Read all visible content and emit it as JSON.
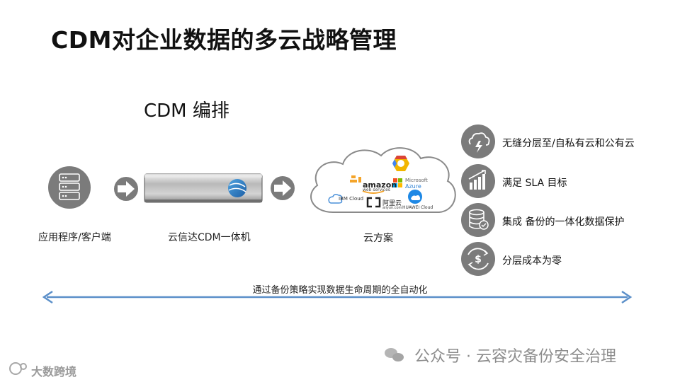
{
  "title": "CDM对企业数据的多云战略管理",
  "subtitle": "CDM 编排",
  "flow": {
    "app_label": "应用程序/客户端",
    "appliance_label": "云信达CDM一体机",
    "cloud_label": "云方案"
  },
  "cloud_logos": {
    "amazon": "amazon",
    "amazon_sub": "web services",
    "microsoft": "Microsoft",
    "azure": "Azure",
    "ibm": "IBM Cloud",
    "aliyun": "阿里云",
    "aliyun_sub": "aliyun.com",
    "huawei": "HUAWEI Cloud"
  },
  "features": [
    {
      "text": "无缝分层至/自私有云和公有云",
      "icon": "cloud-lightning-icon"
    },
    {
      "text": "满足 SLA 目标",
      "icon": "bar-chart-icon"
    },
    {
      "text": "集成 备份的一体化数据保护",
      "icon": "database-check-icon"
    },
    {
      "text": "分层成本为零",
      "icon": "dollar-cycle-icon"
    }
  ],
  "timeline_label": "通过备份策略实现数据生命周期的全自动化",
  "watermark_right": "公众号 · 云容灾备份安全治理",
  "watermark_left": "大数跨境",
  "colors": {
    "icon_gray": "#7b7b7b",
    "arrow_blue": "#5b8fc9",
    "cloud_border": "#8a8a8a"
  }
}
